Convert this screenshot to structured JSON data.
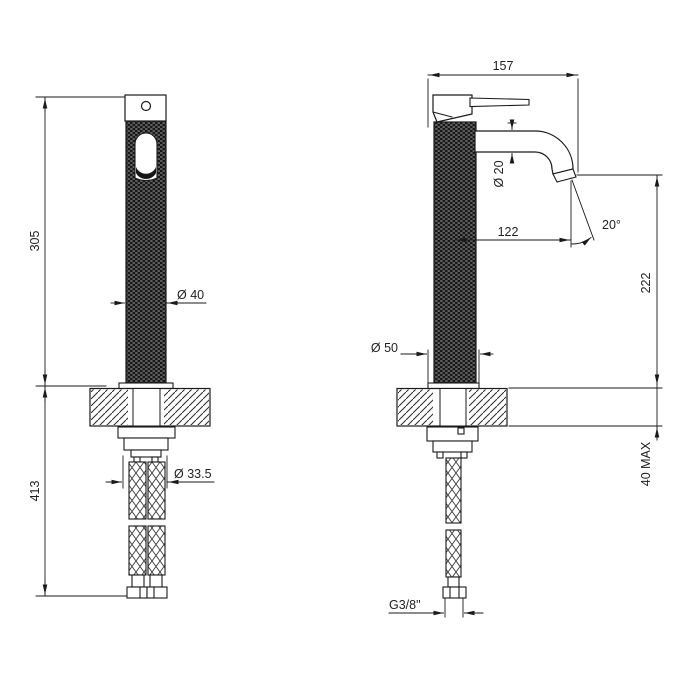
{
  "colors": {
    "line": "#1a1a1a",
    "text": "#1f1f1f",
    "background": "#ffffff"
  },
  "front_view": {
    "height_above_deck": "305",
    "under_counter_length": "413",
    "body_diameter": "Ø 40",
    "hose_bundle_diameter": "Ø 33.5"
  },
  "side_view": {
    "total_depth": "157",
    "spout_tube_diameter": "Ø 20",
    "spout_reach": "122",
    "spout_angle": "20°",
    "spout_height_above_deck": "222",
    "deck_thickness_max": "40 MAX",
    "base_diameter": "Ø 50",
    "hose_connection_thread": "G3/8\""
  }
}
